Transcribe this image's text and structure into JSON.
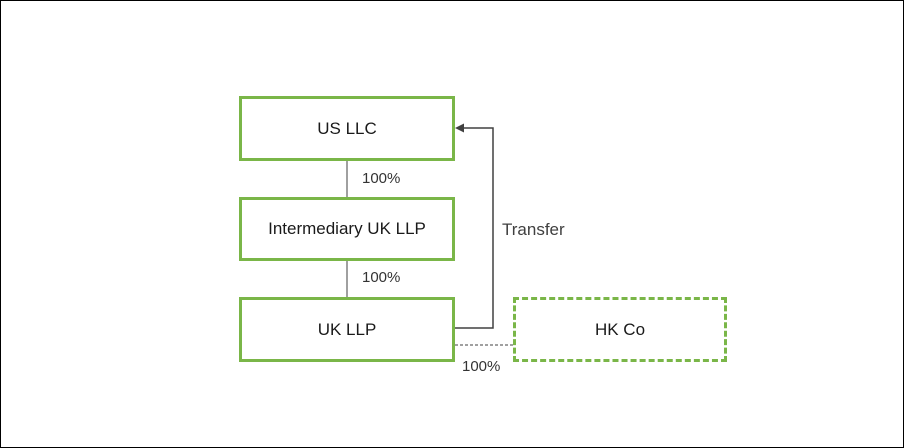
{
  "nodes": {
    "us_llc": "US LLC",
    "intermediary": "Intermediary UK LLP",
    "uk_llp": "UK LLP",
    "hk_co": "HK Co"
  },
  "ownership": {
    "us_to_intermediary": "100%",
    "intermediary_to_uk": "100%",
    "uk_to_hk": "100%"
  },
  "arrow_label": "Transfer",
  "colors": {
    "box_border": "#7ab648",
    "line": "#404040",
    "frame_border": "#000000"
  }
}
